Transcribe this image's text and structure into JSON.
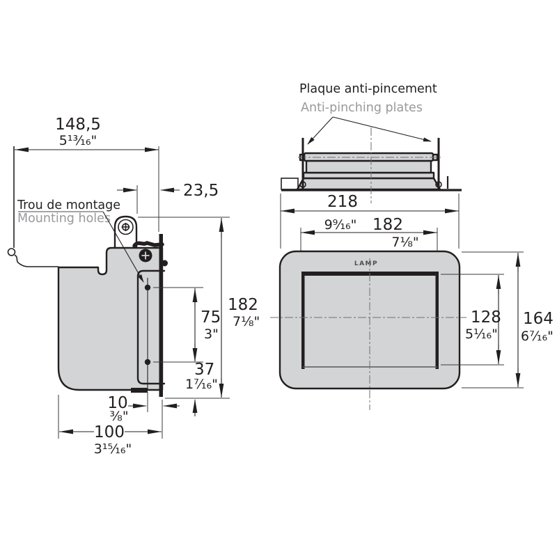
{
  "colors": {
    "line": "#231f20",
    "part_fill": "#d3d4d5",
    "muted_label": "#97999b",
    "background": "#ffffff"
  },
  "side_view": {
    "label_fr": "Trou de montage",
    "label_en": "Mounting holes",
    "dims": {
      "overall_width_mm": "148,5",
      "overall_width_in": "5¹³⁄₁₆\"",
      "plate_offset_mm": "23,5",
      "overall_height_mm": "182",
      "overall_height_in": "7⅛\"",
      "hole_spacing_mm": "75",
      "hole_spacing_in": "3\"",
      "hole_to_bottom_mm": "37",
      "hole_to_bottom_in": "1⁷⁄₁₆\"",
      "hole_inset_mm": "10",
      "hole_inset_in": "⅜\"",
      "body_depth_mm": "100",
      "body_depth_in": "3¹⁵⁄₁₆\""
    }
  },
  "top_view": {
    "label_fr": "Plaque anti-pincement",
    "label_en": "Anti-pinching plates"
  },
  "front_view": {
    "brand": "LAMP",
    "dims": {
      "outer_width_mm": "218",
      "outer_width_in": "9⁹⁄₁₆\"",
      "inner_width_mm": "182",
      "inner_width_in": "7⅛\"",
      "inner_height_mm": "128",
      "inner_height_in": "5¹⁄₁₆\"",
      "outer_height_mm": "164",
      "outer_height_in": "6⁷⁄₁₆\""
    }
  }
}
